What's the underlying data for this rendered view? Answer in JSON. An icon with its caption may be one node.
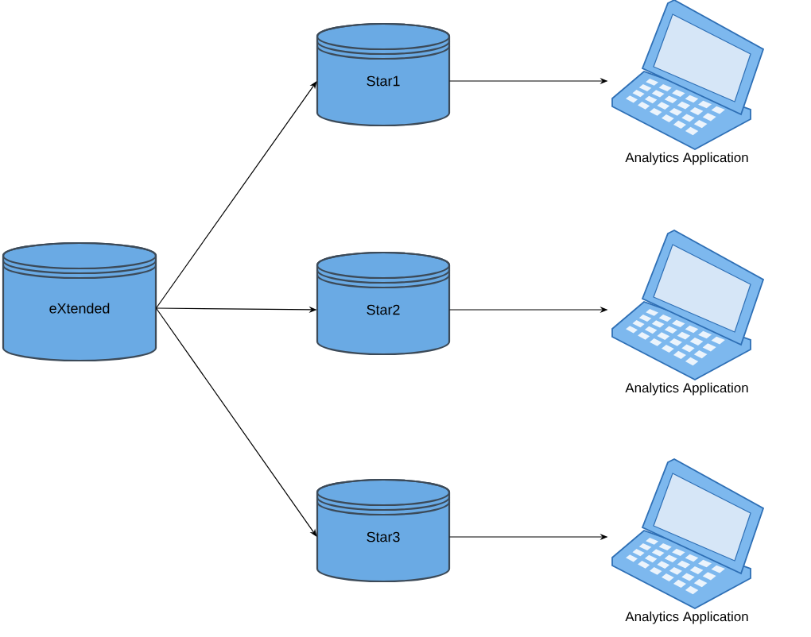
{
  "diagram": {
    "nodes": [
      {
        "text": [
          "eXtended"
        ]
      },
      {
        "text": [
          "Star1"
        ]
      },
      {
        "text": [
          "Star2"
        ]
      },
      {
        "text": [
          "Star3"
        ]
      },
      {
        "text": [
          "Analytics Application"
        ]
      },
      {
        "text": [
          "Analytics Application"
        ]
      },
      {
        "text": [
          "Analytics Application"
        ]
      }
    ],
    "edges": [
      {
        "from": 0,
        "to": 1,
        "arrow": "to"
      },
      {
        "from": 0,
        "to": 2,
        "arrow": "to"
      },
      {
        "from": 0,
        "to": 3,
        "arrow": "to"
      },
      {
        "from": 1,
        "to": 4,
        "arrow": "to"
      },
      {
        "from": 2,
        "to": 5,
        "arrow": "to"
      },
      {
        "from": 3,
        "to": 6,
        "arrow": "to"
      }
    ]
  }
}
